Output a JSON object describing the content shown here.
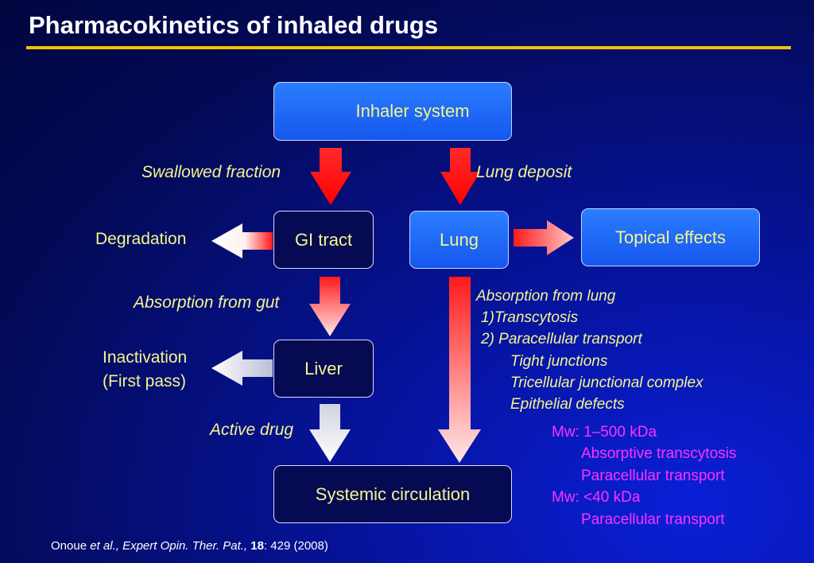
{
  "title": "Pharmacokinetics of inhaled drugs",
  "boxes": {
    "inhaler": "Inhaler system",
    "gi": "GI tract",
    "lung": "Lung",
    "topical": "Topical effects",
    "liver": "Liver",
    "systemic": "Systemic circulation"
  },
  "labels": {
    "swallowed": "Swallowed fraction",
    "lung_deposit": "Lung deposit",
    "degradation": "Degradation",
    "absorption_gut": "Absorption from gut",
    "inactivation_1": "Inactivation",
    "inactivation_2": "(First pass)",
    "active_drug": "Active drug"
  },
  "absorption_lung": {
    "heading": "Absorption from lung",
    "item1": "1)Transcytosis",
    "item2": "2) Paracellular transport",
    "sub1": "Tight junctions",
    "sub2": "Tricellular junctional complex",
    "sub3": "Epithelial defects"
  },
  "mw": {
    "range1": "Mw: 1–500 kDa",
    "r1a": "Absorptive transcytosis",
    "r1b": "Paracellular transport",
    "range2": "Mw: <40 kDa",
    "r2a": "Paracellular transport"
  },
  "citation": {
    "authors": "Onoue",
    "etal": "et al.,",
    "journal": "Expert Opin. Ther. Pat.,",
    "volume": "18",
    "pages": ": 429 (2008)"
  }
}
